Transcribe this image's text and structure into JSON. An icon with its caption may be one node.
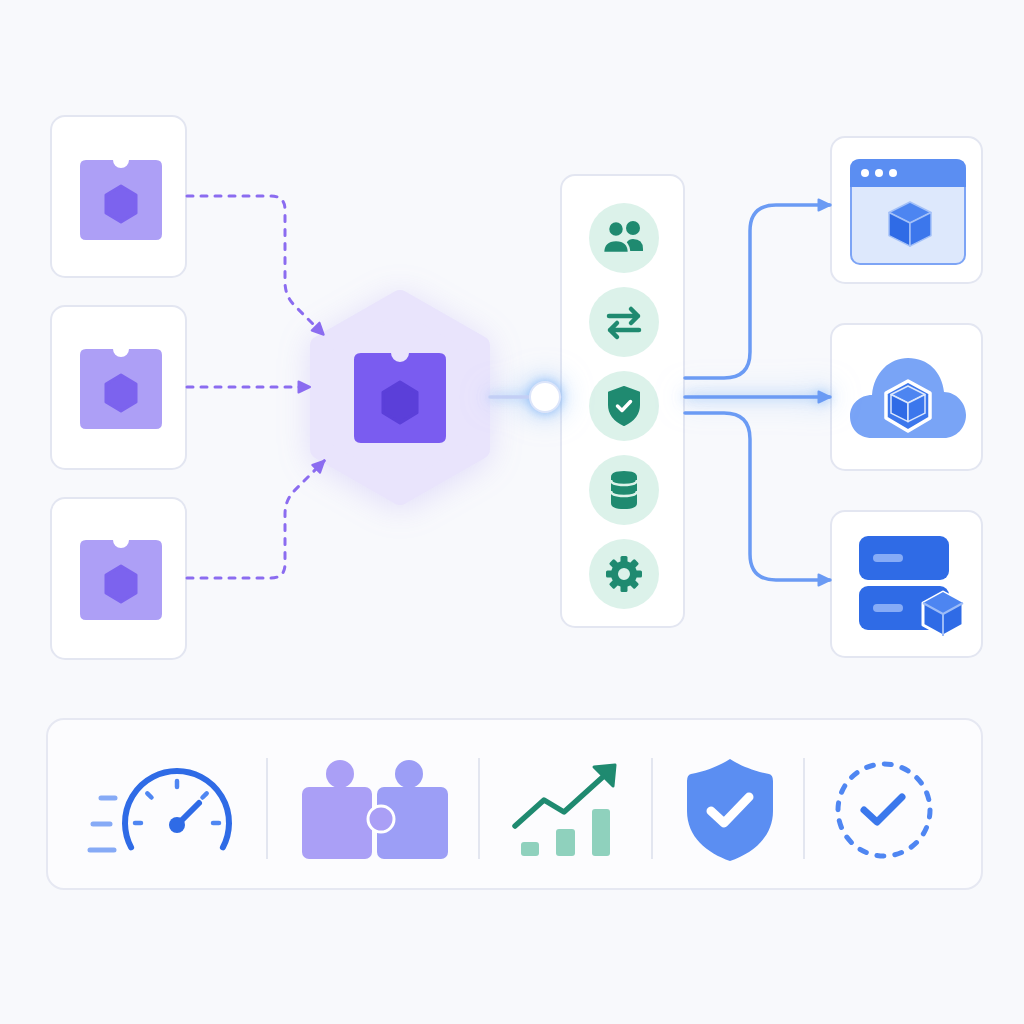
{
  "diagram": {
    "nodes": [
      {
        "text": [],
        "shape": "box"
      },
      {
        "text": [],
        "shape": "box"
      },
      {
        "text": [],
        "shape": "box"
      },
      {
        "text": [],
        "shape": "hexagon"
      },
      {
        "text": [],
        "shape": "box"
      },
      {
        "text": [],
        "shape": "box"
      },
      {
        "text": [],
        "shape": "box"
      },
      {
        "text": [],
        "shape": "box"
      }
    ],
    "edges": [
      {
        "from": 0,
        "to": 3,
        "arrow": "to",
        "style": "dashed",
        "color": "#8b6cf0"
      },
      {
        "from": 1,
        "to": 3,
        "arrow": "to",
        "style": "dashed",
        "color": "#8b6cf0"
      },
      {
        "from": 2,
        "to": 3,
        "arrow": "to",
        "style": "dashed",
        "color": "#8b6cf0"
      },
      {
        "from": 3,
        "to": 4,
        "arrow": "other",
        "color": "#c3cff5"
      },
      {
        "from": 4,
        "to": 5,
        "arrow": "to"
      },
      {
        "from": 4,
        "to": 6,
        "arrow": "to"
      },
      {
        "from": 4,
        "to": 7,
        "arrow": "to"
      }
    ]
  }
}
